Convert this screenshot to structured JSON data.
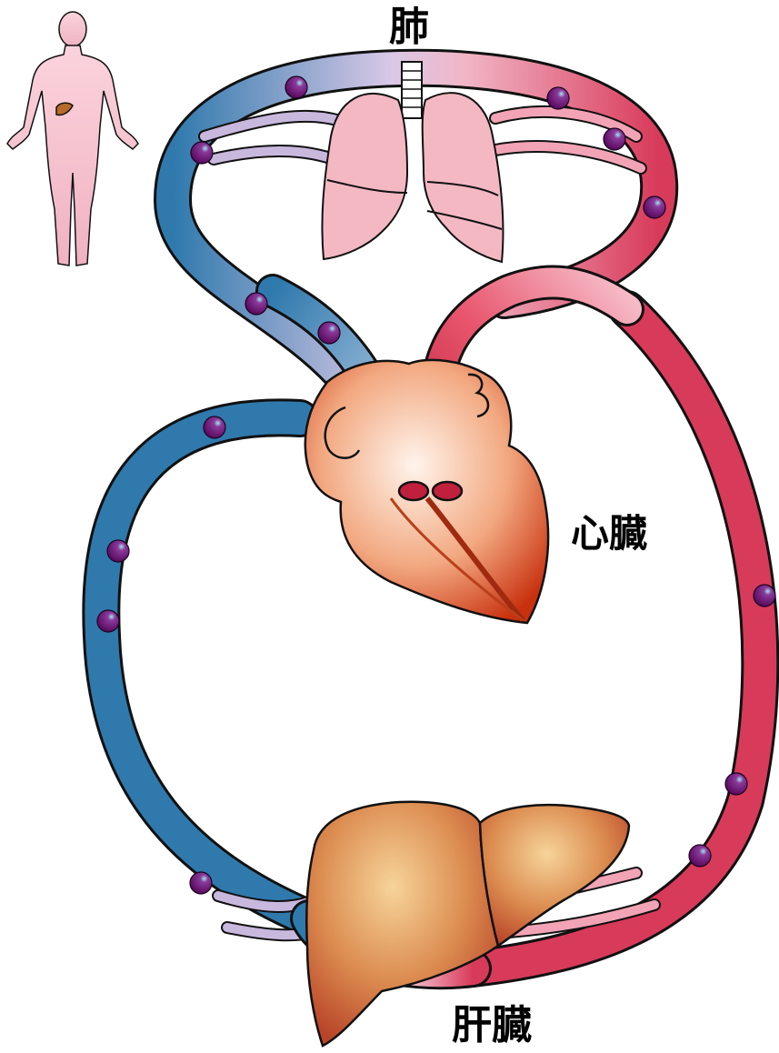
{
  "labels": {
    "lung": "肺",
    "heart": "心臓",
    "liver": "肝臓"
  },
  "icons": {
    "body_figure": "human-body-icon",
    "lungs": "lungs-icon",
    "heart": "heart-icon",
    "liver": "liver-icon",
    "particle": "blood-particle-icon"
  },
  "colors": {
    "venous_blue": "#2f79ad",
    "pale_lavender": "#d9c8e6",
    "arterial_red": "#d83a5a",
    "lung_pink": "#f4b8c3",
    "heart_red": "#c83818",
    "liver_orange": "#d98a4a",
    "particle_purple": "#6a0f6e",
    "outline": "#111111"
  }
}
